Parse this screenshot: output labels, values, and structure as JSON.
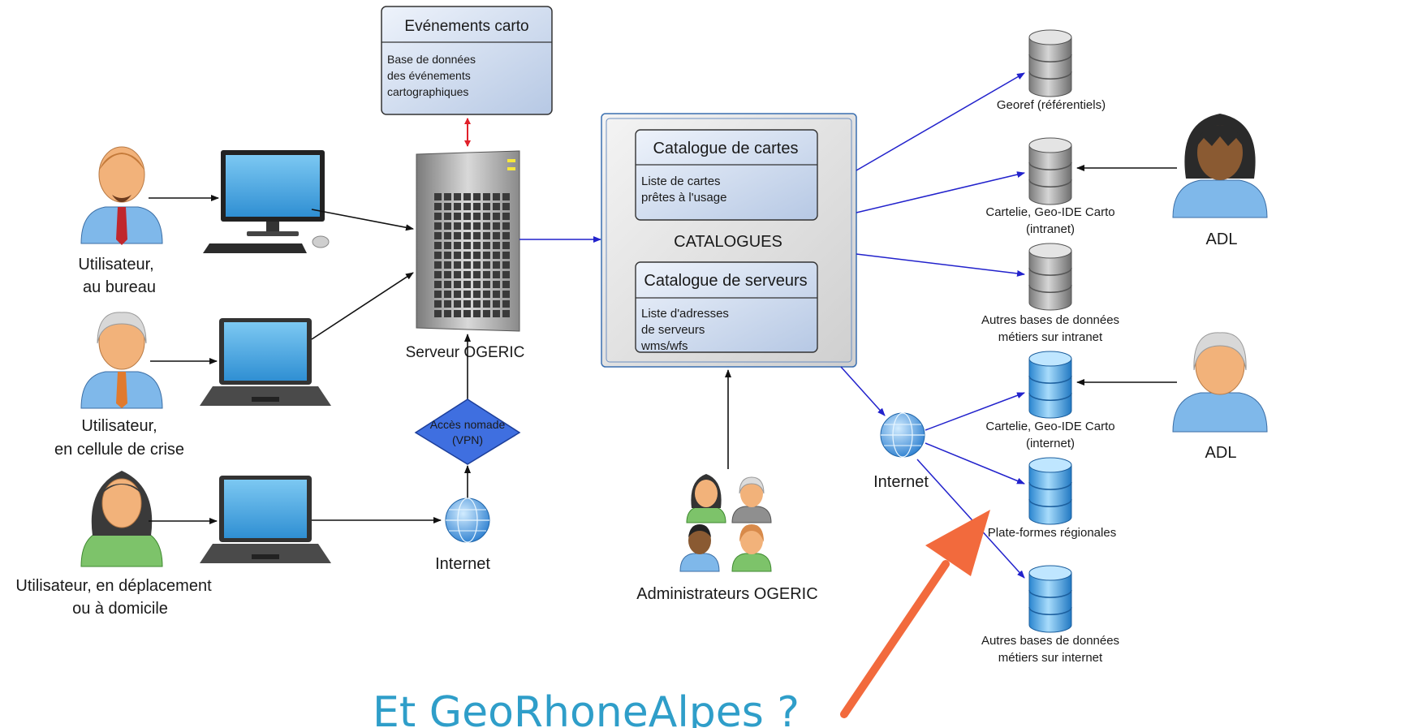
{
  "events_box": {
    "title": "Evénements carto",
    "lines": [
      "Base de données",
      "des événements",
      "cartographiques"
    ]
  },
  "server": {
    "label": "Serveur OGERIC"
  },
  "users": [
    {
      "label_lines": [
        "Utilisateur,",
        "au bureau"
      ]
    },
    {
      "label_lines": [
        "Utilisateur,",
        "en cellule de crise"
      ]
    },
    {
      "label_lines": [
        "Utilisateur, en déplacement",
        "ou à domicile"
      ]
    }
  ],
  "vpn": {
    "label_lines": [
      "Accès nomade",
      "(VPN)"
    ]
  },
  "internet_left": {
    "label": "Internet"
  },
  "internet_right": {
    "label": "Internet"
  },
  "catalogues": {
    "label": "CATALOGUES",
    "cartes": {
      "title": "Catalogue de cartes",
      "lines": [
        "Liste de cartes",
        "prêtes à l'usage"
      ]
    },
    "serveurs": {
      "title": "Catalogue de serveurs",
      "lines": [
        "Liste d'adresses",
        "de serveurs",
        "wms/wfs"
      ]
    }
  },
  "admins": {
    "label": "Administrateurs OGERIC"
  },
  "databases": [
    {
      "label_lines": [
        "Georef (référentiels)"
      ],
      "color": "#8a8a8a"
    },
    {
      "label_lines": [
        "Cartelie, Geo-IDE Carto",
        "(intranet)"
      ],
      "color": "#8a8a8a"
    },
    {
      "label_lines": [
        "Autres bases de données",
        "métiers sur intranet"
      ],
      "color": "#8a8a8a"
    },
    {
      "label_lines": [
        "Cartelie, Geo-IDE Carto",
        "(internet)"
      ],
      "color": "#3f9be0"
    },
    {
      "label_lines": [
        "Plate-formes régionales"
      ],
      "color": "#3f9be0"
    },
    {
      "label_lines": [
        "Autres bases de données",
        "métiers sur internet"
      ],
      "color": "#3f9be0"
    }
  ],
  "adl_top": {
    "label": "ADL"
  },
  "adl_bottom": {
    "label": "ADL"
  },
  "callout": {
    "text": "Et GeoRhoneAlpes ?",
    "color": "#2f9ec9",
    "arrow_color": "#f26a3d"
  }
}
